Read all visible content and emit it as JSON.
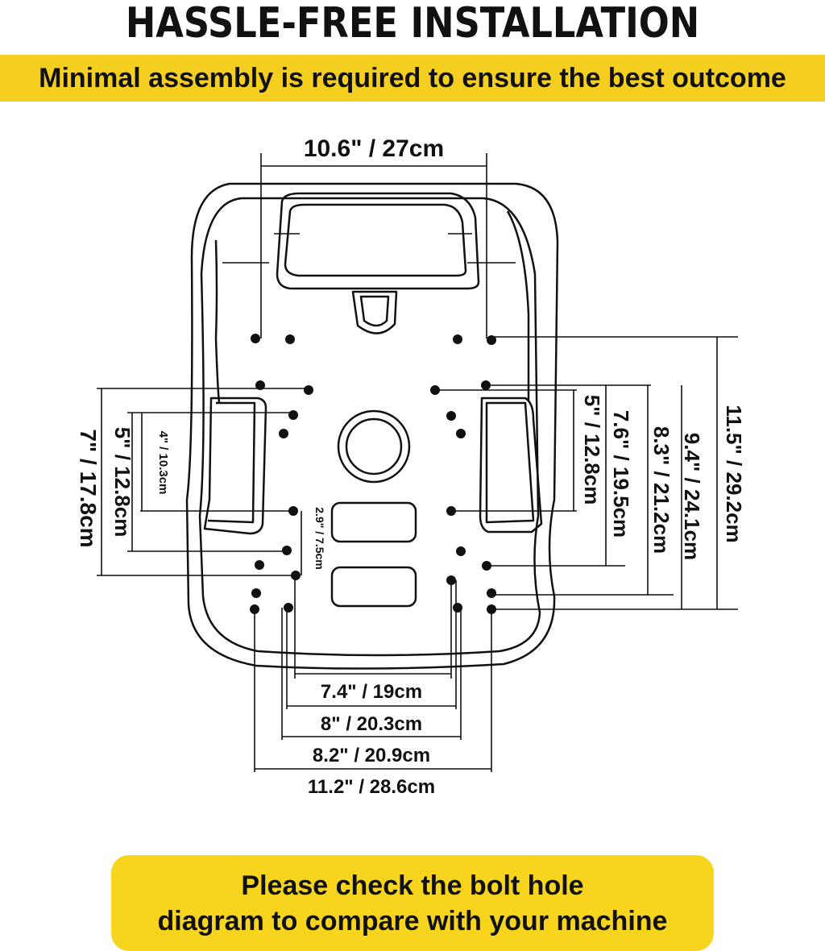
{
  "header": {
    "title": "HASSLE-FREE INSTALLATION",
    "banner": "Minimal assembly is required to ensure the best outcome"
  },
  "dimensions": {
    "top_width": "10.6\" / 27cm",
    "left_outer": "7\" / 17.8cm",
    "left_mid": "5\" / 12.8cm",
    "left_inner": "4\" / 10.3cm",
    "center_small": "2.9\" / 7.5cm",
    "right_1": "5\" / 12.8cm",
    "right_2": "7.6\" / 19.5cm",
    "right_3": "8.3\" / 21.2cm",
    "right_4": "9.4\" / 24.1cm",
    "right_5": "11.5\" / 29.2cm",
    "bottom_1": "7.4\" / 19cm",
    "bottom_2": "8\" / 20.3cm",
    "bottom_3": "8.2\" / 20.9cm",
    "bottom_4": "11.2\" / 28.6cm"
  },
  "footer": {
    "line1": "Please check the bolt hole",
    "line2": "diagram to compare with your machine"
  },
  "colors": {
    "banner_yellow": "#f5cf1f",
    "note_yellow": "#f7d41e",
    "ink": "#111111"
  }
}
